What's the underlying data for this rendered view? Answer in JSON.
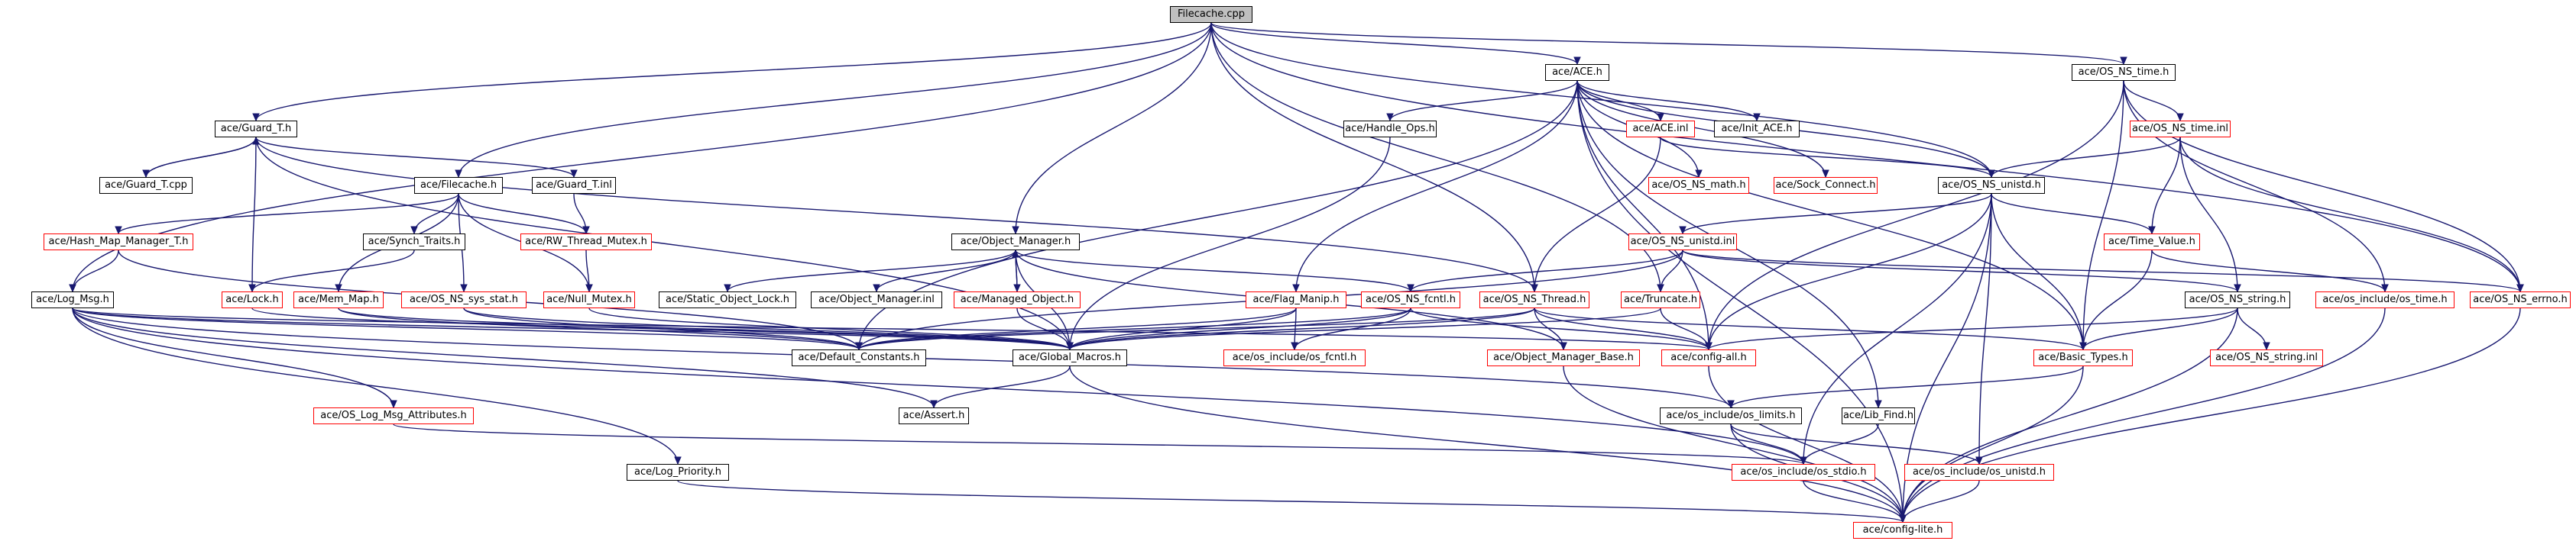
{
  "graph": {
    "nodes": [
      {
        "id": "filecache_cpp",
        "label": "Filecache.cpp",
        "style": "root"
      },
      {
        "id": "ace_h",
        "label": "ace/ACE.h",
        "style": "black"
      },
      {
        "id": "os_ns_time_h",
        "label": "ace/OS_NS_time.h",
        "style": "black"
      },
      {
        "id": "guard_t_h",
        "label": "ace/Guard_T.h",
        "style": "black"
      },
      {
        "id": "handle_ops_h",
        "label": "ace/Handle_Ops.h",
        "style": "black"
      },
      {
        "id": "ace_inl",
        "label": "ace/ACE.inl",
        "style": "red"
      },
      {
        "id": "init_ace_h",
        "label": "ace/Init_ACE.h",
        "style": "black"
      },
      {
        "id": "os_ns_time_inl",
        "label": "ace/OS_NS_time.inl",
        "style": "red"
      },
      {
        "id": "guard_t_cpp",
        "label": "ace/Guard_T.cpp",
        "style": "black"
      },
      {
        "id": "filecache_h",
        "label": "ace/Filecache.h",
        "style": "black"
      },
      {
        "id": "guard_t_inl",
        "label": "ace/Guard_T.inl",
        "style": "black"
      },
      {
        "id": "os_ns_math_h",
        "label": "ace/OS_NS_math.h",
        "style": "red"
      },
      {
        "id": "sock_connect_h",
        "label": "ace/Sock_Connect.h",
        "style": "red"
      },
      {
        "id": "os_ns_unistd_h",
        "label": "ace/OS_NS_unistd.h",
        "style": "black"
      },
      {
        "id": "hash_map_manager_t_h",
        "label": "ace/Hash_Map_Manager_T.h",
        "style": "red"
      },
      {
        "id": "synch_traits_h",
        "label": "ace/Synch_Traits.h",
        "style": "black"
      },
      {
        "id": "rw_thread_mutex_h",
        "label": "ace/RW_Thread_Mutex.h",
        "style": "red"
      },
      {
        "id": "object_manager_h",
        "label": "ace/Object_Manager.h",
        "style": "black"
      },
      {
        "id": "os_ns_unistd_inl",
        "label": "ace/OS_NS_unistd.inl",
        "style": "red"
      },
      {
        "id": "time_value_h",
        "label": "ace/Time_Value.h",
        "style": "red"
      },
      {
        "id": "log_msg_h",
        "label": "ace/Log_Msg.h",
        "style": "black"
      },
      {
        "id": "lock_h",
        "label": "ace/Lock.h",
        "style": "red"
      },
      {
        "id": "mem_map_h",
        "label": "ace/Mem_Map.h",
        "style": "red"
      },
      {
        "id": "os_ns_sys_stat_h",
        "label": "ace/OS_NS_sys_stat.h",
        "style": "red"
      },
      {
        "id": "null_mutex_h",
        "label": "ace/Null_Mutex.h",
        "style": "red"
      },
      {
        "id": "static_object_lock_h",
        "label": "ace/Static_Object_Lock.h",
        "style": "black"
      },
      {
        "id": "object_manager_inl",
        "label": "ace/Object_Manager.inl",
        "style": "black"
      },
      {
        "id": "managed_object_h",
        "label": "ace/Managed_Object.h",
        "style": "red"
      },
      {
        "id": "flag_manip_h",
        "label": "ace/Flag_Manip.h",
        "style": "red"
      },
      {
        "id": "os_ns_fcntl_h",
        "label": "ace/OS_NS_fcntl.h",
        "style": "red"
      },
      {
        "id": "os_ns_thread_h",
        "label": "ace/OS_NS_Thread.h",
        "style": "red"
      },
      {
        "id": "truncate_h",
        "label": "ace/Truncate.h",
        "style": "red"
      },
      {
        "id": "os_ns_string_h",
        "label": "ace/OS_NS_string.h",
        "style": "black"
      },
      {
        "id": "os_include_os_time_h",
        "label": "ace/os_include/os_time.h",
        "style": "red"
      },
      {
        "id": "os_ns_errno_h",
        "label": "ace/OS_NS_errno.h",
        "style": "red"
      },
      {
        "id": "os_ns_string_inl",
        "label": "ace/OS_NS_string.inl",
        "style": "red"
      },
      {
        "id": "default_constants_h",
        "label": "ace/Default_Constants.h",
        "style": "black"
      },
      {
        "id": "global_macros_h",
        "label": "ace/Global_Macros.h",
        "style": "black"
      },
      {
        "id": "os_include_os_fcntl_h",
        "label": "ace/os_include/os_fcntl.h",
        "style": "red"
      },
      {
        "id": "object_manager_base_h",
        "label": "ace/Object_Manager_Base.h",
        "style": "red"
      },
      {
        "id": "config_all_h",
        "label": "ace/config-all.h",
        "style": "red"
      },
      {
        "id": "basic_types_h",
        "label": "ace/Basic_Types.h",
        "style": "red"
      },
      {
        "id": "os_log_msg_attributes_h",
        "label": "ace/OS_Log_Msg_Attributes.h",
        "style": "red"
      },
      {
        "id": "assert_h",
        "label": "ace/Assert.h",
        "style": "black"
      },
      {
        "id": "os_include_os_limits_h",
        "label": "ace/os_include/os_limits.h",
        "style": "black"
      },
      {
        "id": "lib_find_h",
        "label": "ace/Lib_Find.h",
        "style": "black"
      },
      {
        "id": "log_priority_h",
        "label": "ace/Log_Priority.h",
        "style": "black"
      },
      {
        "id": "os_include_os_stdio_h",
        "label": "ace/os_include/os_stdio.h",
        "style": "red"
      },
      {
        "id": "os_include_os_unistd_h",
        "label": "ace/os_include/os_unistd.h",
        "style": "red"
      },
      {
        "id": "config_lite_h",
        "label": "ace/config-lite.h",
        "style": "red"
      }
    ],
    "edges": [
      [
        "filecache_cpp",
        "ace_h"
      ],
      [
        "filecache_cpp",
        "os_ns_time_h"
      ],
      [
        "filecache_cpp",
        "guard_t_h"
      ],
      [
        "filecache_cpp",
        "filecache_h"
      ],
      [
        "filecache_cpp",
        "log_msg_h"
      ],
      [
        "filecache_cpp",
        "object_manager_h"
      ],
      [
        "filecache_cpp",
        "os_ns_unistd_h"
      ],
      [
        "filecache_cpp",
        "os_ns_errno_h"
      ],
      [
        "filecache_cpp",
        "os_ns_thread_h"
      ],
      [
        "filecache_cpp",
        "truncate_h"
      ],
      [
        "ace_h",
        "handle_ops_h"
      ],
      [
        "ace_h",
        "ace_inl"
      ],
      [
        "ace_h",
        "init_ace_h"
      ],
      [
        "ace_h",
        "os_ns_math_h"
      ],
      [
        "ace_h",
        "sock_connect_h"
      ],
      [
        "ace_h",
        "os_ns_unistd_h"
      ],
      [
        "ace_h",
        "flag_manip_h"
      ],
      [
        "ace_h",
        "default_constants_h"
      ],
      [
        "ace_h",
        "config_all_h"
      ],
      [
        "ace_h",
        "lib_find_h"
      ],
      [
        "ace_h",
        "basic_types_h"
      ],
      [
        "ace_h",
        "config_lite_h"
      ],
      [
        "ace_inl",
        "os_ns_unistd_h"
      ],
      [
        "ace_inl",
        "os_ns_thread_h"
      ],
      [
        "os_ns_time_h",
        "os_ns_time_inl"
      ],
      [
        "os_ns_time_h",
        "basic_types_h"
      ],
      [
        "os_ns_time_h",
        "config_all_h"
      ],
      [
        "os_ns_time_h",
        "os_include_os_time_h"
      ],
      [
        "os_ns_time_h",
        "os_ns_errno_h"
      ],
      [
        "os_ns_time_inl",
        "os_ns_unistd_h"
      ],
      [
        "os_ns_time_inl",
        "time_value_h"
      ],
      [
        "os_ns_time_inl",
        "os_ns_string_h"
      ],
      [
        "os_ns_time_inl",
        "os_ns_errno_h"
      ],
      [
        "guard_t_h",
        "guard_t_cpp"
      ],
      [
        "guard_t_cpp",
        "guard_t_h"
      ],
      [
        "guard_t_h",
        "guard_t_inl"
      ],
      [
        "guard_t_h",
        "lock_h"
      ],
      [
        "guard_t_h",
        "os_ns_thread_h"
      ],
      [
        "guard_t_h",
        "global_macros_h"
      ],
      [
        "guard_t_inl",
        "rw_thread_mutex_h"
      ],
      [
        "filecache_h",
        "hash_map_manager_t_h"
      ],
      [
        "filecache_h",
        "synch_traits_h"
      ],
      [
        "filecache_h",
        "rw_thread_mutex_h"
      ],
      [
        "filecache_h",
        "mem_map_h"
      ],
      [
        "filecache_h",
        "os_ns_sys_stat_h"
      ],
      [
        "filecache_h",
        "null_mutex_h"
      ],
      [
        "synch_traits_h",
        "lock_h"
      ],
      [
        "rw_thread_mutex_h",
        "null_mutex_h"
      ],
      [
        "hash_map_manager_t_h",
        "log_msg_h"
      ],
      [
        "hash_map_manager_t_h",
        "default_constants_h"
      ],
      [
        "lock_h",
        "global_macros_h"
      ],
      [
        "mem_map_h",
        "global_macros_h"
      ],
      [
        "mem_map_h",
        "default_constants_h"
      ],
      [
        "os_ns_sys_stat_h",
        "default_constants_h"
      ],
      [
        "os_ns_sys_stat_h",
        "global_macros_h"
      ],
      [
        "null_mutex_h",
        "global_macros_h"
      ],
      [
        "handle_ops_h",
        "global_macros_h"
      ],
      [
        "object_manager_h",
        "managed_object_h"
      ],
      [
        "managed_object_h",
        "object_manager_h"
      ],
      [
        "object_manager_h",
        "static_object_lock_h"
      ],
      [
        "object_manager_h",
        "object_manager_inl"
      ],
      [
        "object_manager_h",
        "global_macros_h"
      ],
      [
        "object_manager_h",
        "object_manager_base_h"
      ],
      [
        "object_manager_h",
        "os_ns_fcntl_h"
      ],
      [
        "managed_object_h",
        "global_macros_h"
      ],
      [
        "os_ns_unistd_h",
        "os_ns_unistd_inl"
      ],
      [
        "os_ns_unistd_h",
        "time_value_h"
      ],
      [
        "os_ns_unistd_h",
        "basic_types_h"
      ],
      [
        "os_ns_unistd_h",
        "config_all_h"
      ],
      [
        "os_ns_unistd_h",
        "os_include_os_stdio_h"
      ],
      [
        "os_ns_unistd_h",
        "os_include_os_unistd_h"
      ],
      [
        "os_ns_unistd_h",
        "config_lite_h"
      ],
      [
        "os_ns_unistd_inl",
        "os_ns_fcntl_h"
      ],
      [
        "os_ns_unistd_inl",
        "truncate_h"
      ],
      [
        "os_ns_unistd_inl",
        "os_ns_string_h"
      ],
      [
        "os_ns_unistd_inl",
        "os_ns_errno_h"
      ],
      [
        "os_ns_unistd_inl",
        "default_constants_h"
      ],
      [
        "time_value_h",
        "basic_types_h"
      ],
      [
        "time_value_h",
        "os_include_os_time_h"
      ],
      [
        "log_msg_h",
        "default_constants_h"
      ],
      [
        "log_msg_h",
        "global_macros_h"
      ],
      [
        "log_msg_h",
        "os_log_msg_attributes_h"
      ],
      [
        "log_msg_h",
        "assert_h"
      ],
      [
        "log_msg_h",
        "os_include_os_limits_h"
      ],
      [
        "log_msg_h",
        "log_priority_h"
      ],
      [
        "log_msg_h",
        "config_all_h"
      ],
      [
        "log_msg_h",
        "os_include_os_stdio_h"
      ],
      [
        "flag_manip_h",
        "global_macros_h"
      ],
      [
        "flag_manip_h",
        "os_include_os_fcntl_h"
      ],
      [
        "flag_manip_h",
        "default_constants_h"
      ],
      [
        "os_ns_fcntl_h",
        "global_macros_h"
      ],
      [
        "os_ns_fcntl_h",
        "os_include_os_fcntl_h"
      ],
      [
        "os_ns_fcntl_h",
        "default_constants_h"
      ],
      [
        "os_ns_fcntl_h",
        "config_all_h"
      ],
      [
        "os_ns_thread_h",
        "object_manager_base_h"
      ],
      [
        "os_ns_thread_h",
        "global_macros_h"
      ],
      [
        "os_ns_thread_h",
        "config_all_h"
      ],
      [
        "os_ns_thread_h",
        "basic_types_h"
      ],
      [
        "os_ns_thread_h",
        "default_constants_h"
      ],
      [
        "truncate_h",
        "config_all_h"
      ],
      [
        "truncate_h",
        "global_macros_h"
      ],
      [
        "os_ns_string_h",
        "os_ns_string_inl"
      ],
      [
        "os_ns_string_h",
        "basic_types_h"
      ],
      [
        "os_ns_string_h",
        "config_lite_h"
      ],
      [
        "os_ns_string_h",
        "config_all_h"
      ],
      [
        "os_include_os_time_h",
        "config_lite_h"
      ],
      [
        "os_ns_errno_h",
        "config_lite_h"
      ],
      [
        "global_macros_h",
        "assert_h"
      ],
      [
        "global_macros_h",
        "config_lite_h"
      ],
      [
        "object_manager_base_h",
        "config_lite_h"
      ],
      [
        "config_all_h",
        "config_lite_h"
      ],
      [
        "basic_types_h",
        "os_include_os_limits_h"
      ],
      [
        "basic_types_h",
        "config_lite_h"
      ],
      [
        "os_log_msg_attributes_h",
        "os_include_os_stdio_h"
      ],
      [
        "os_include_os_limits_h",
        "os_include_os_stdio_h"
      ],
      [
        "os_include_os_limits_h",
        "os_include_os_unistd_h"
      ],
      [
        "os_include_os_limits_h",
        "config_lite_h"
      ],
      [
        "lib_find_h",
        "os_include_os_stdio_h"
      ],
      [
        "log_priority_h",
        "config_lite_h"
      ],
      [
        "os_include_os_stdio_h",
        "config_lite_h"
      ],
      [
        "os_include_os_unistd_h",
        "config_lite_h"
      ]
    ]
  }
}
